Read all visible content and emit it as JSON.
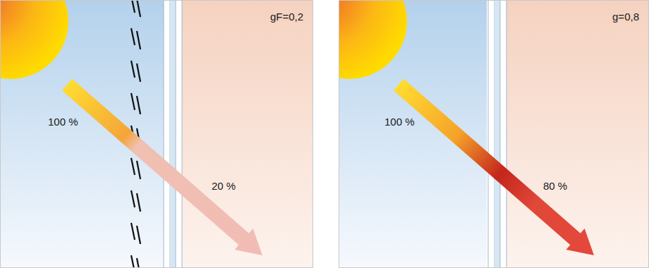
{
  "diagram": {
    "labels": [
      "gF=0,2",
      "100 %",
      "20 %",
      "g=0,8",
      "100 %",
      "80 %"
    ]
  }
}
